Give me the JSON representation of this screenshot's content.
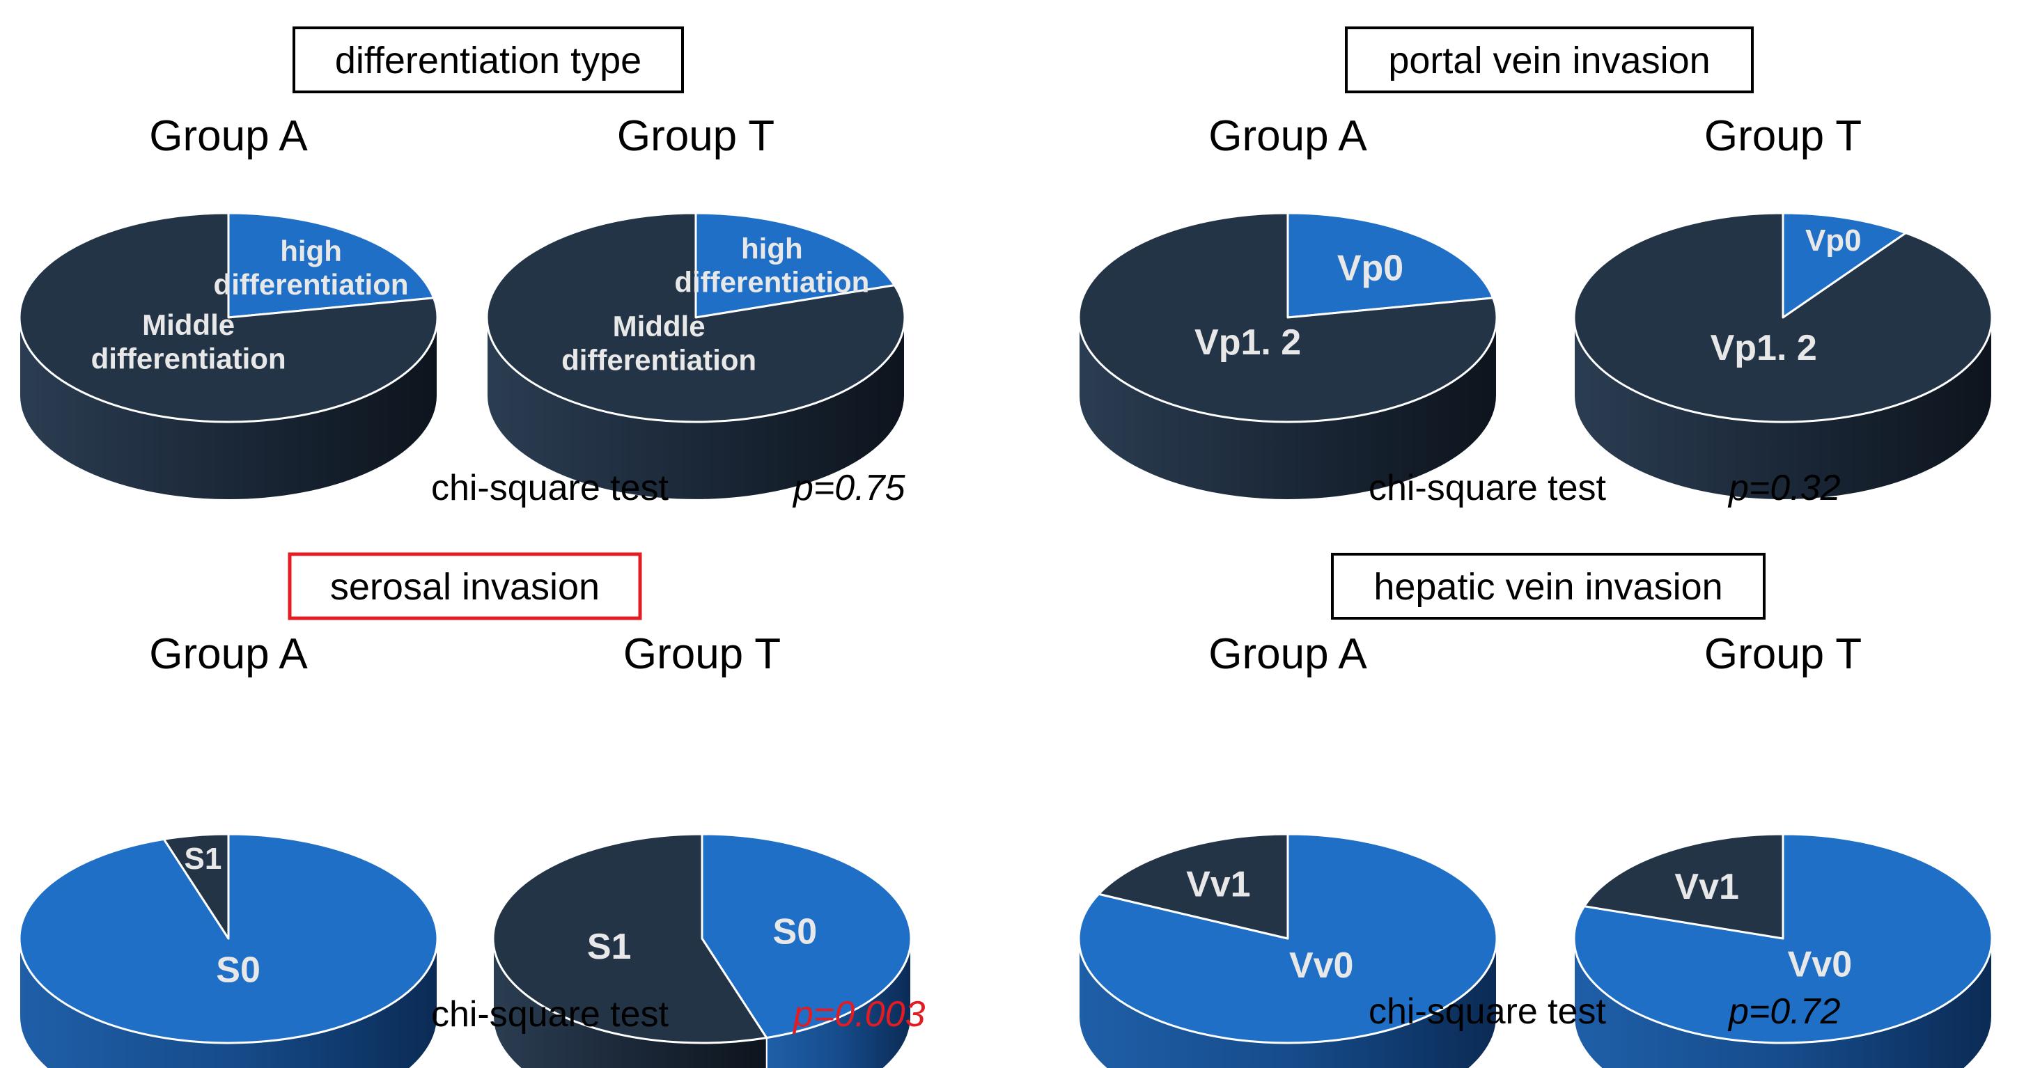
{
  "colors": {
    "dark_slice": "#243447",
    "blue_slice": "#1f6fc7",
    "highlight": "#e31c23",
    "text_on_slice": "#e8e8e8"
  },
  "chart_data": [
    {
      "type": "pie",
      "title": "differentiation type",
      "highlighted": false,
      "test": "chi-square test",
      "p_value": "p=0.75",
      "significant": false,
      "pies": [
        {
          "group": "Group A",
          "slices": [
            {
              "label_lines": [
                "high",
                "differentiation"
              ],
              "value": 22,
              "color": "blue"
            },
            {
              "label_lines": [
                "Middle",
                "differentiation"
              ],
              "value": 78,
              "color": "dark"
            }
          ]
        },
        {
          "group": "Group T",
          "slices": [
            {
              "label_lines": [
                "high",
                "differentiation"
              ],
              "value": 20,
              "color": "blue"
            },
            {
              "label_lines": [
                "Middle",
                "differentiation"
              ],
              "value": 80,
              "color": "dark"
            }
          ]
        }
      ]
    },
    {
      "type": "pie",
      "title": "portal vein invasion",
      "highlighted": false,
      "test": "chi-square test",
      "p_value": "p=0.32",
      "significant": false,
      "pies": [
        {
          "group": "Group A",
          "slices": [
            {
              "label_lines": [
                "Vp0"
              ],
              "value": 22,
              "color": "blue"
            },
            {
              "label_lines": [
                "Vp1. 2"
              ],
              "value": 78,
              "color": "dark"
            }
          ]
        },
        {
          "group": "Group T",
          "slices": [
            {
              "label_lines": [
                "Vp0"
              ],
              "value": 10,
              "color": "blue"
            },
            {
              "label_lines": [
                "Vp1. 2"
              ],
              "value": 90,
              "color": "dark"
            }
          ]
        }
      ]
    },
    {
      "type": "pie",
      "title": "serosal invasion",
      "highlighted": true,
      "test": "chi-square test",
      "p_value": "p=0.003",
      "significant": true,
      "pies": [
        {
          "group": "Group A",
          "slices": [
            {
              "label_lines": [
                "S0"
              ],
              "value": 95,
              "color": "blue"
            },
            {
              "label_lines": [
                "S1"
              ],
              "value": 5,
              "color": "dark"
            }
          ]
        },
        {
          "group": "Group T",
          "slices": [
            {
              "label_lines": [
                "S0"
              ],
              "value": 45,
              "color": "blue"
            },
            {
              "label_lines": [
                "S1"
              ],
              "value": 55,
              "color": "dark"
            }
          ]
        }
      ]
    },
    {
      "type": "pie",
      "title": "hepatic vein invasion",
      "highlighted": false,
      "test": "chi-square test",
      "p_value": "p=0.72",
      "significant": false,
      "pies": [
        {
          "group": "Group A",
          "slices": [
            {
              "label_lines": [
                "Vv0"
              ],
              "value": 82,
              "color": "blue"
            },
            {
              "label_lines": [
                "Vv1"
              ],
              "value": 18,
              "color": "dark"
            }
          ]
        },
        {
          "group": "Group T",
          "slices": [
            {
              "label_lines": [
                "Vv0"
              ],
              "value": 80,
              "color": "blue"
            },
            {
              "label_lines": [
                "Vv1"
              ],
              "value": 20,
              "color": "dark"
            }
          ]
        }
      ]
    }
  ]
}
